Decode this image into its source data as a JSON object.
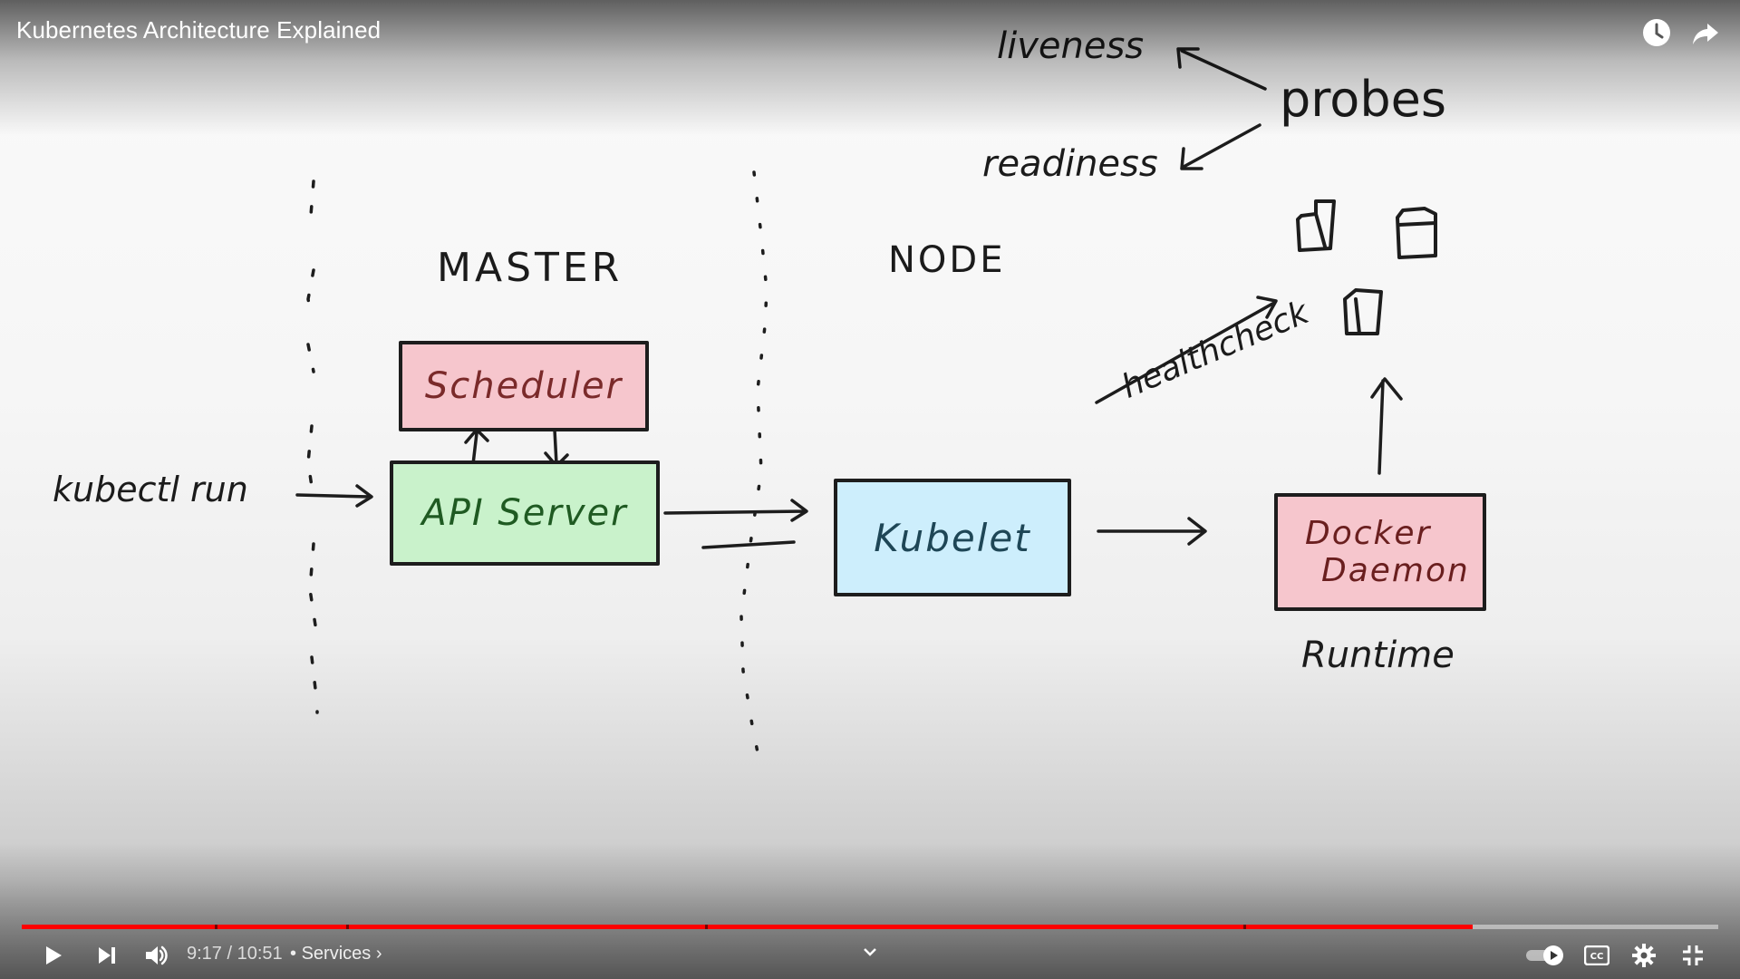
{
  "video": {
    "title": "Kubernetes Architecture Explained"
  },
  "diagram": {
    "kubectl_label": "kubectl run",
    "master_label": "MASTER",
    "node_label": "NODE",
    "scheduler_label": "Scheduler",
    "api_server_label": "API Server",
    "kubelet_label": "Kubelet",
    "docker_daemon_line1": "Docker",
    "docker_daemon_line2": "Daemon",
    "runtime_label": "Runtime",
    "healthcheck_label": "healthcheck",
    "probes_label": "probes",
    "liveness_label": "liveness",
    "readiness_label": "readiness",
    "colors": {
      "scheduler_fill": "#f6c6cd",
      "api_server_fill": "#c9f2cb",
      "kubelet_fill": "#cdeefc",
      "docker_fill": "#f6c6cd",
      "ink": "#1d1d1d"
    }
  },
  "player": {
    "current_time": "9:17",
    "separator": " / ",
    "duration": "10:51",
    "chapter_prefix": "•",
    "chapter_name": "Services",
    "chapter_suffix": "›",
    "progress_fraction": 0.8555,
    "chapter_markers_fraction": [
      0.114,
      0.191,
      0.403,
      0.72
    ],
    "icons": [
      "play-icon",
      "next-icon",
      "volume-icon",
      "expand-chevron-icon",
      "autoplay-toggle-icon",
      "captions-icon",
      "settings-icon",
      "exit-fullscreen-icon",
      "watch-later-icon",
      "share-icon"
    ]
  }
}
